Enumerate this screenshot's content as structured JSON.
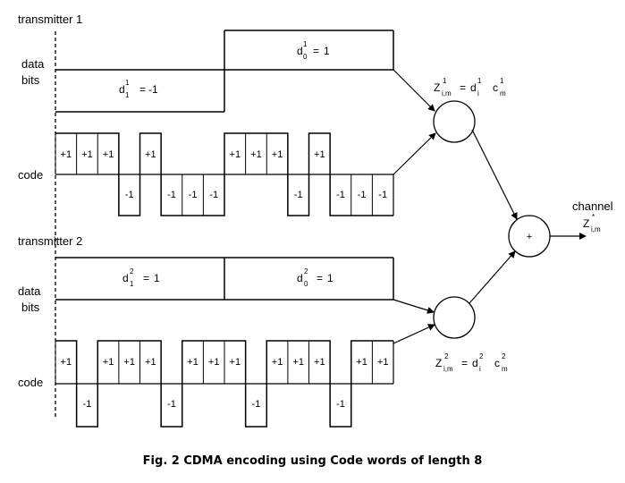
{
  "transmitters": [
    {
      "label": "transmitter 1",
      "data_label": [
        "data",
        "bits"
      ],
      "code_label": "code",
      "bits": [
        {
          "symbol": "d",
          "sup": "1",
          "sub": "1",
          "eq": "=",
          "value": "-1"
        },
        {
          "symbol": "d",
          "sup": "1",
          "sub": "0",
          "eq": "=",
          "value": "1"
        }
      ],
      "chips": [
        "+1",
        "+1",
        "+1",
        "-1",
        "+1",
        "-1",
        "-1",
        "-1",
        "+1",
        "+1",
        "+1",
        "-1",
        "+1",
        "-1",
        "-1",
        "-1"
      ],
      "formula": {
        "lhs": "Z",
        "lhs_sup": "1",
        "lhs_sub": "i,m",
        "eq": "=",
        "d": "d",
        "d_sup": "1",
        "d_sub": "i",
        "c": "c",
        "c_sup": "1",
        "c_sub": "m"
      }
    },
    {
      "label": "transmitter 2",
      "data_label": [
        "data",
        "bits"
      ],
      "code_label": "code",
      "bits": [
        {
          "symbol": "d",
          "sup": "2",
          "sub": "1",
          "eq": "=",
          "value": "1"
        },
        {
          "symbol": "d",
          "sup": "2",
          "sub": "0",
          "eq": "=",
          "value": "1"
        }
      ],
      "chips": [
        "+1",
        "-1",
        "+1",
        "+1",
        "+1",
        "-1",
        "+1",
        "+1",
        "+1",
        "-1",
        "+1",
        "+1",
        "+1",
        "-1",
        "+1",
        "+1"
      ],
      "formula": {
        "lhs": "Z",
        "lhs_sup": "2",
        "lhs_sub": "i,m",
        "eq": "=",
        "d": "d",
        "d_sup": "2",
        "d_sub": "i",
        "c": "c",
        "c_sup": "2",
        "c_sub": "m"
      }
    }
  ],
  "sum_symbol": "+",
  "channel": {
    "label": "channel",
    "z": "Z",
    "z_sup": "*",
    "z_sub": "i,m"
  },
  "caption": "Fig. 2 CDMA encoding using Code words of length 8"
}
